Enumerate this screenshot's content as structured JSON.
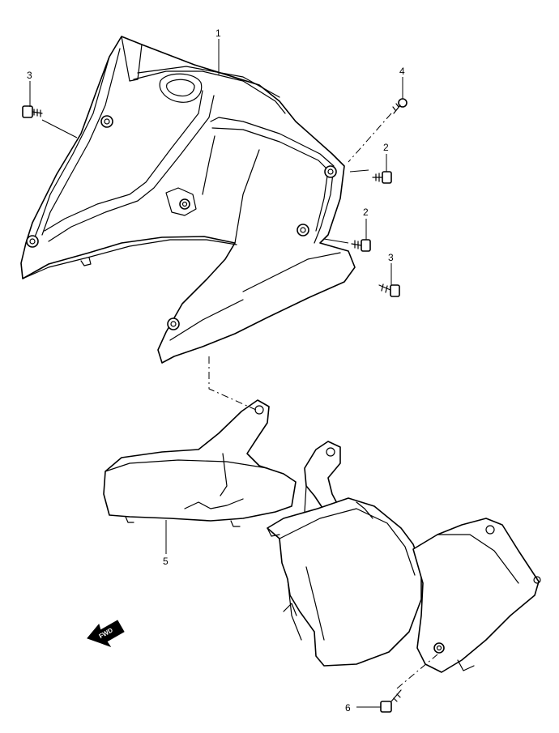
{
  "callouts": {
    "c1": "1",
    "c2a": "2",
    "c2b": "2",
    "c3a": "3",
    "c3b": "3",
    "c4": "4",
    "c5": "5",
    "c6": "6"
  },
  "fwd_label": "FWD"
}
